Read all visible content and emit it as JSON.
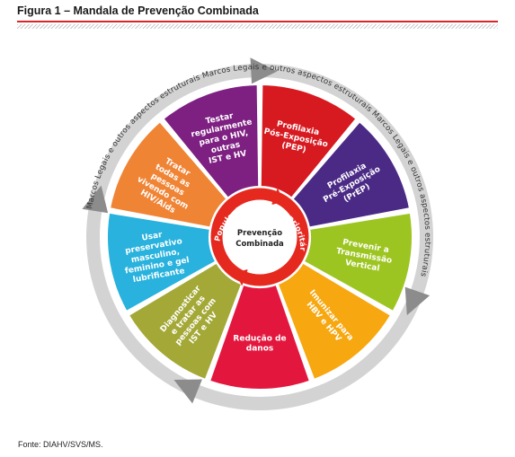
{
  "figure": {
    "title": "Figura 1 – Mandala de Prevenção Combinada",
    "source": "Fonte: DIAHV/SVS/MS."
  },
  "hub": {
    "line1": "Prevenção",
    "line2": "Combinada",
    "ring_text": "Populações-chave e prioritárias"
  },
  "outer_ring": {
    "label": "Marcos Legais e outros aspectos estruturais"
  },
  "segments": [
    {
      "id": "pep",
      "lines": [
        "Profilaxia",
        "Pós-Exposição",
        "(PEP)"
      ],
      "color": "#d71920"
    },
    {
      "id": "prep",
      "lines": [
        "Profilaxia",
        "Pré-Exposição",
        "(PrEP)"
      ],
      "color": "#4b2a86"
    },
    {
      "id": "tv",
      "lines": [
        "Prevenir a",
        "Transmissão",
        "Vertical"
      ],
      "color": "#9dc521"
    },
    {
      "id": "hbv",
      "lines": [
        "Imunizar para",
        "HBV e HPV"
      ],
      "color": "#f7a70f"
    },
    {
      "id": "danos",
      "lines": [
        "Redução de",
        "danos"
      ],
      "color": "#e3173e"
    },
    {
      "id": "ist",
      "lines": [
        "Diagnosticar",
        "e tratar as",
        "pessoas com",
        "IST e HV"
      ],
      "color": "#a3a836"
    },
    {
      "id": "preservativo",
      "lines": [
        "Usar",
        "preservativo",
        "masculino,",
        "feminino e gel",
        "lubrificante"
      ],
      "color": "#28b2dd"
    },
    {
      "id": "tratar",
      "lines": [
        "Tratar",
        "todas as",
        "pessoas",
        "vivendo com",
        "HIV/Aids"
      ],
      "color": "#f08435"
    },
    {
      "id": "testar",
      "lines": [
        "Testar",
        "regularmente",
        "para o HIV,",
        "outras",
        "IST e HV"
      ],
      "color": "#7e1f82"
    }
  ],
  "colors": {
    "title_rule": "#d9262b",
    "ring_gray": "#d3d3d3",
    "hub_arrow": "#e5291f"
  }
}
